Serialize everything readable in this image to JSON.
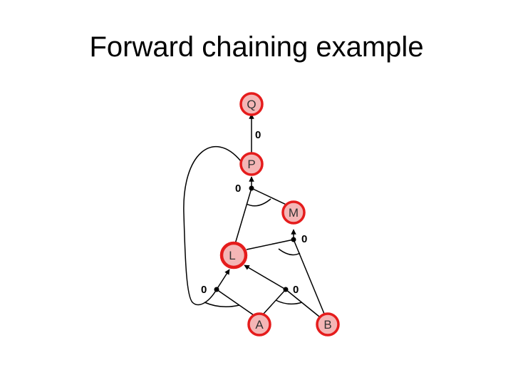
{
  "title": "Forward chaining example",
  "diagram": {
    "node_fill": "#f4b6b6",
    "node_stroke": "#e51c1c",
    "edge_color": "#000000",
    "nodes": [
      {
        "id": "Q",
        "label": "Q"
      },
      {
        "id": "P",
        "label": "P"
      },
      {
        "id": "M",
        "label": "M"
      },
      {
        "id": "L",
        "label": "L"
      },
      {
        "id": "A",
        "label": "A"
      },
      {
        "id": "B",
        "label": "B"
      }
    ],
    "counters": [
      {
        "id": "Q-count",
        "label": "0"
      },
      {
        "id": "P-count",
        "label": "0"
      },
      {
        "id": "M-count",
        "label": "0"
      },
      {
        "id": "L-count",
        "label": "0"
      },
      {
        "id": "AB-count",
        "label": "0"
      }
    ]
  }
}
